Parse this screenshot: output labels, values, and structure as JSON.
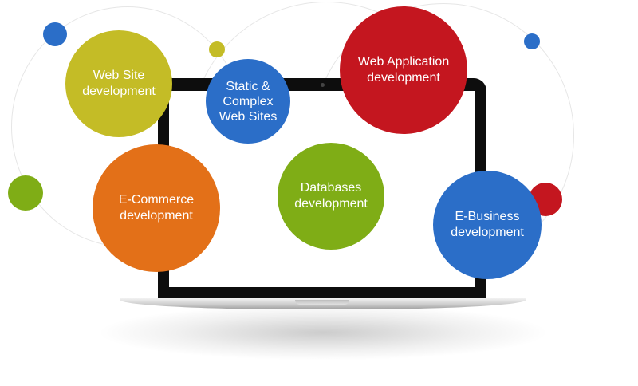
{
  "colors": {
    "olive": "#c4bc26",
    "blue": "#2b6ec8",
    "red": "#c4161f",
    "orange": "#e37018",
    "green": "#7fad16"
  },
  "bubbles": {
    "web_site": {
      "line1": "Web Site",
      "line2": "development"
    },
    "static": {
      "line1": "Static &",
      "line2": "Complex",
      "line3": "Web Sites"
    },
    "web_app": {
      "line1": "Web Application",
      "line2": "development"
    },
    "ecommerce": {
      "line1": "E-Commerce",
      "line2": "development"
    },
    "databases": {
      "line1": "Databases",
      "line2": "development"
    },
    "ebusiness": {
      "line1": "E-Business",
      "line2": "development"
    }
  }
}
